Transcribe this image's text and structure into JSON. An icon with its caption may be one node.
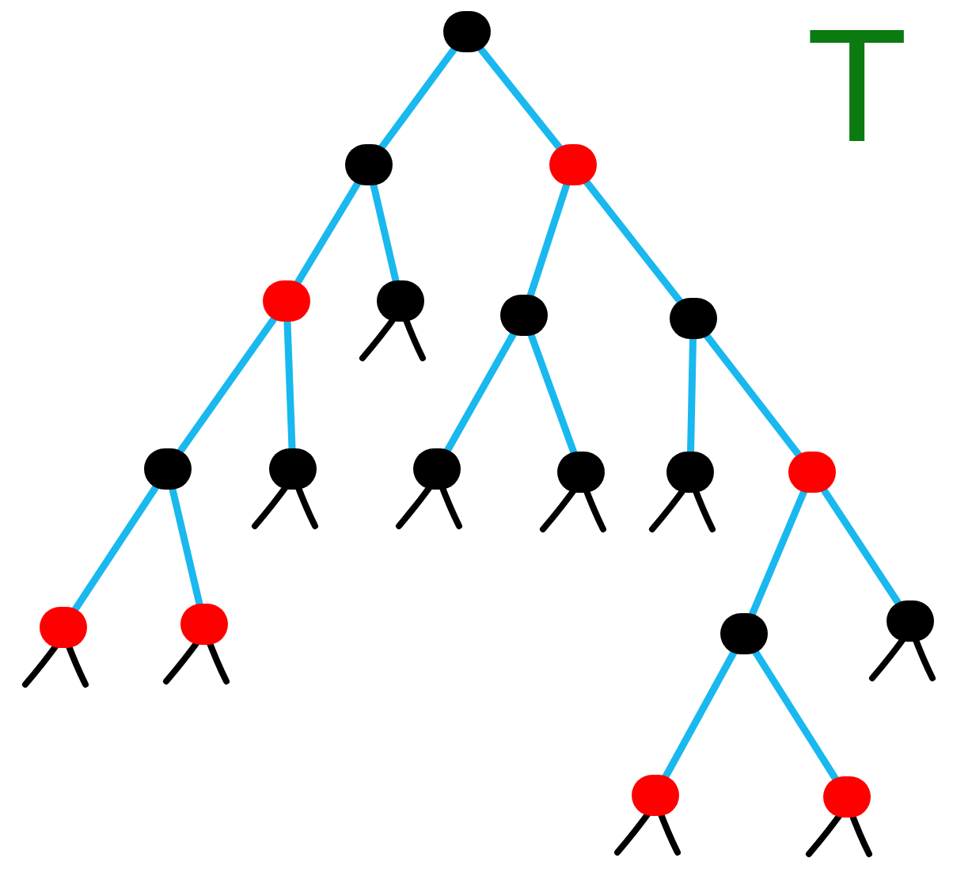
{
  "diagram": {
    "nodes": [
      {
        "text": [],
        "shape": "circle"
      },
      {
        "text": [],
        "shape": "circle"
      },
      {
        "text": [],
        "shape": "circle"
      },
      {
        "text": [],
        "shape": "circle"
      },
      {
        "text": [],
        "shape": "circle"
      },
      {
        "text": [],
        "shape": "circle"
      },
      {
        "text": [],
        "shape": "circle"
      },
      {
        "text": [],
        "shape": "circle"
      },
      {
        "text": [],
        "shape": "circle"
      },
      {
        "text": [],
        "shape": "circle"
      },
      {
        "text": [],
        "shape": "circle"
      },
      {
        "text": [],
        "shape": "circle"
      },
      {
        "text": [],
        "shape": "circle"
      },
      {
        "text": [],
        "shape": "circle"
      },
      {
        "text": [],
        "shape": "circle"
      },
      {
        "text": [],
        "shape": "circle"
      },
      {
        "text": [],
        "shape": "circle"
      },
      {
        "text": [],
        "shape": "circle"
      },
      {
        "text": [],
        "shape": "circle"
      }
    ],
    "edges": [
      {
        "from": 0,
        "to": 1,
        "arrow": "none"
      },
      {
        "from": 0,
        "to": 2,
        "arrow": "none"
      },
      {
        "from": 1,
        "to": 3,
        "arrow": "none"
      },
      {
        "from": 1,
        "to": 4,
        "arrow": "none"
      },
      {
        "from": 2,
        "to": 5,
        "arrow": "none"
      },
      {
        "from": 2,
        "to": 6,
        "arrow": "none"
      },
      {
        "from": 3,
        "to": 7,
        "arrow": "none"
      },
      {
        "from": 3,
        "to": 8,
        "arrow": "none"
      },
      {
        "from": 5,
        "to": 9,
        "arrow": "none"
      },
      {
        "from": 5,
        "to": 10,
        "arrow": "none"
      },
      {
        "from": 6,
        "to": 11,
        "arrow": "none"
      },
      {
        "from": 6,
        "to": 12,
        "arrow": "none"
      },
      {
        "from": 7,
        "to": 13,
        "arrow": "none"
      },
      {
        "from": 7,
        "to": 14,
        "arrow": "none"
      },
      {
        "from": 12,
        "to": 15,
        "arrow": "none"
      },
      {
        "from": 12,
        "to": 16,
        "arrow": "none"
      },
      {
        "from": 15,
        "to": 17,
        "arrow": "none"
      },
      {
        "from": 15,
        "to": 18,
        "arrow": "none"
      }
    ],
    "labels": [
      "T"
    ]
  }
}
